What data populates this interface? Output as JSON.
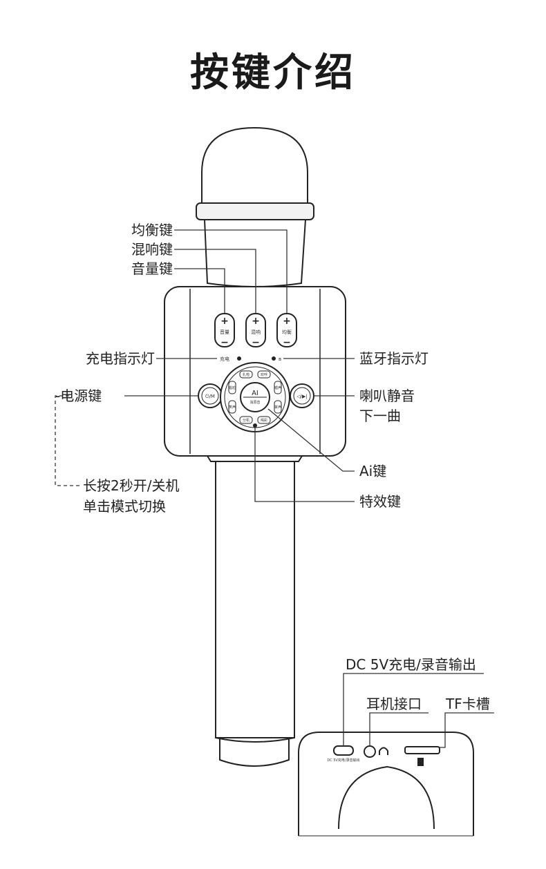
{
  "title": "按键介绍",
  "labels": {
    "eq_key": "均衡键",
    "reverb_key": "混响键",
    "volume_key": "音量键",
    "charge_indicator": "充电指示灯",
    "bluetooth_indicator": "蓝牙指示灯",
    "power_key": "电源键",
    "power_note_line1": "长按2秒开/关机",
    "power_note_line2": "单击模式切换",
    "mute_key_line1": "喇叭静音",
    "mute_key_line2": "下一曲",
    "ai_key": "Ai键",
    "effect_key": "特效键",
    "dc_port": "DC 5V充电/录音输出",
    "headphone_port": "耳机接口",
    "tf_slot": "TF卡槽"
  },
  "device_text": {
    "btn_volume": "音量",
    "btn_reverb": "混响",
    "btn_eq": "均衡",
    "led_charge": "充电",
    "power_symbol": "⏻/M",
    "next_symbol": "🔇/⏭",
    "ai_center": "AI",
    "ai_sub": "消原音",
    "ring_1": "扎啦",
    "ring_2": "欢呼",
    "ring_3": "尴尬",
    "ring_4": "笑声",
    "ring_5": "分机",
    "ring_6": "喝彩",
    "ring_7": "嘘声",
    "ring_8": "掌声",
    "dc_tiny": "DC 5V充电/录音输出"
  }
}
